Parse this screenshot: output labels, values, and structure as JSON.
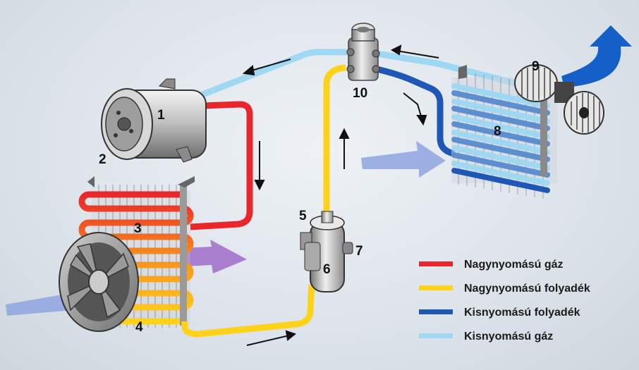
{
  "colors": {
    "high_pressure_gas": "#e8262b",
    "high_pressure_liquid": "#ffd21a",
    "low_pressure_liquid": "#1e57b5",
    "low_pressure_gas": "#9fd8f2",
    "airflow_in": "#8ea5e0",
    "airflow_hot": "#a06bc8",
    "airflow_out": "#1560c8"
  },
  "labels": {
    "n1": "1",
    "n2": "2",
    "n3": "3",
    "n4": "4",
    "n5": "5",
    "n6": "6",
    "n7": "7",
    "n8": "8",
    "n9": "9",
    "n10": "10"
  },
  "legend": [
    {
      "label": "Nagynyomású gáz",
      "color": "#e8262b"
    },
    {
      "label": "Nagynyomású folyadék",
      "color": "#ffd21a"
    },
    {
      "label": "Kisnyomású folyadék",
      "color": "#1e57b5"
    },
    {
      "label": "Kisnyomású gáz",
      "color": "#9fd8f2"
    }
  ]
}
